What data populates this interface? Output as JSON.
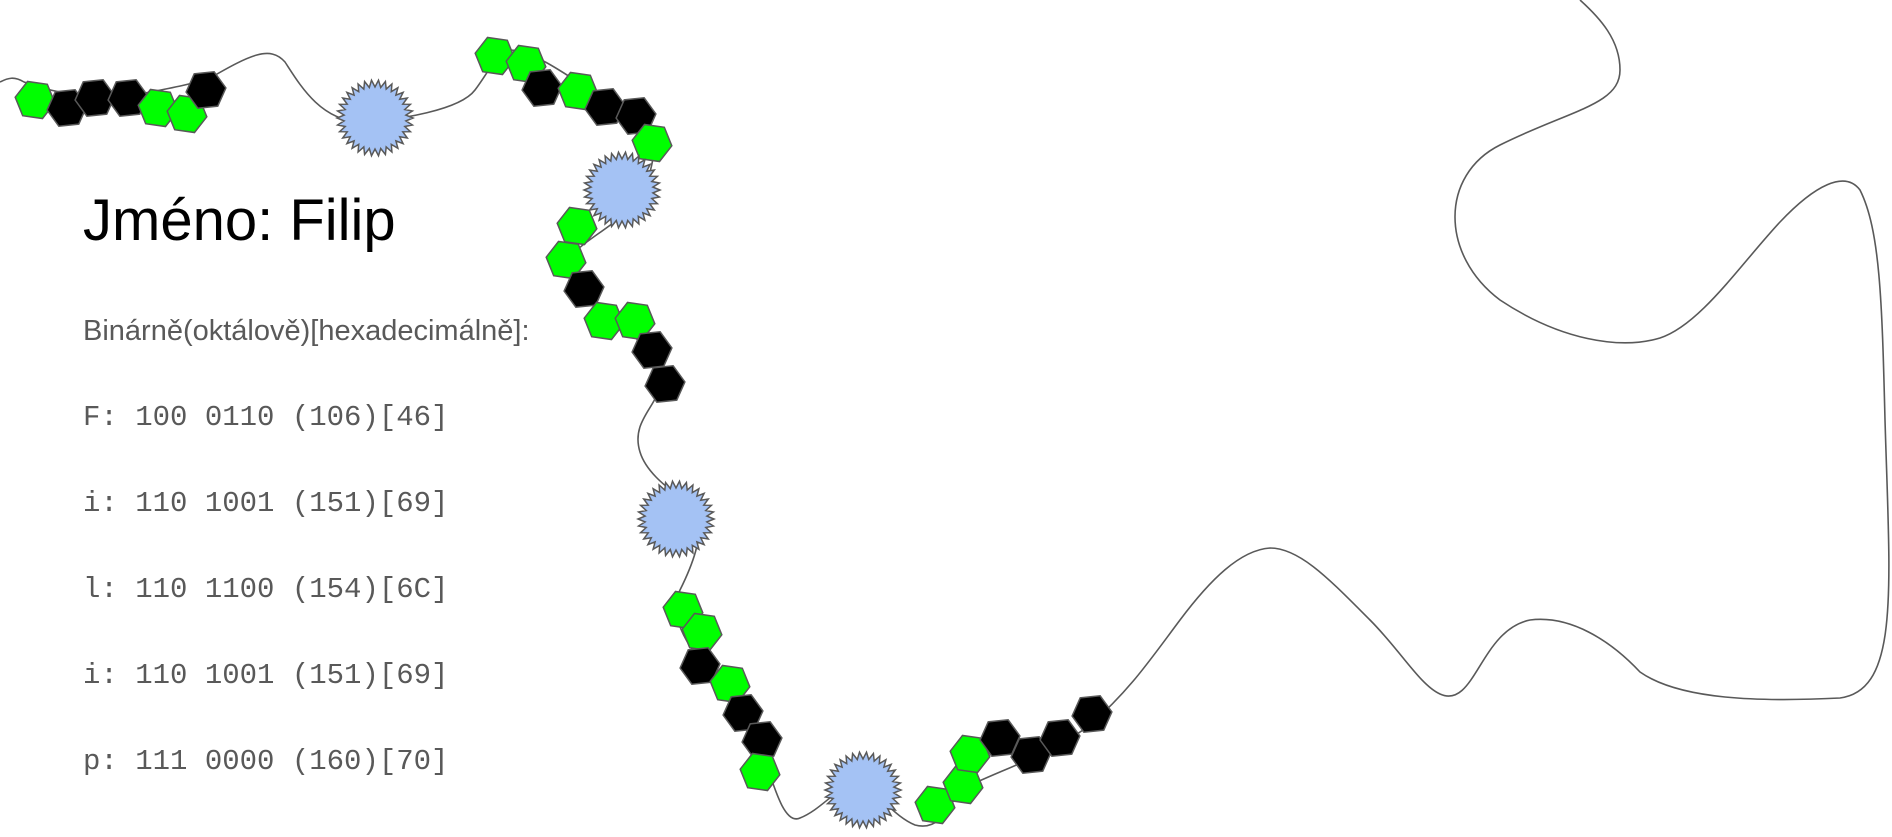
{
  "title": "Jméno: Filip",
  "subtitle": "Binárně(oktálově)[hexadecimálně]:",
  "lines": [
    "F: 100 0110 (106)[46]",
    "i: 110 1001 (151)[69]",
    "l: 110 1100 (154)[6C]",
    "i: 110 1001 (151)[69]",
    "p: 111 0000 (160)[70]"
  ],
  "colors": {
    "one": "#00ff00",
    "zero": "#000000",
    "separator": "#a4c2f4",
    "outline": "#595959",
    "text": "#595959"
  },
  "beads": {
    "legend": {
      "1": "green-hexagon",
      "0": "black-hexagon",
      "separator": "blue-star"
    },
    "sequence": [
      "1000110",
      "1101001",
      "1101100",
      "1101001",
      "1110000"
    ]
  }
}
